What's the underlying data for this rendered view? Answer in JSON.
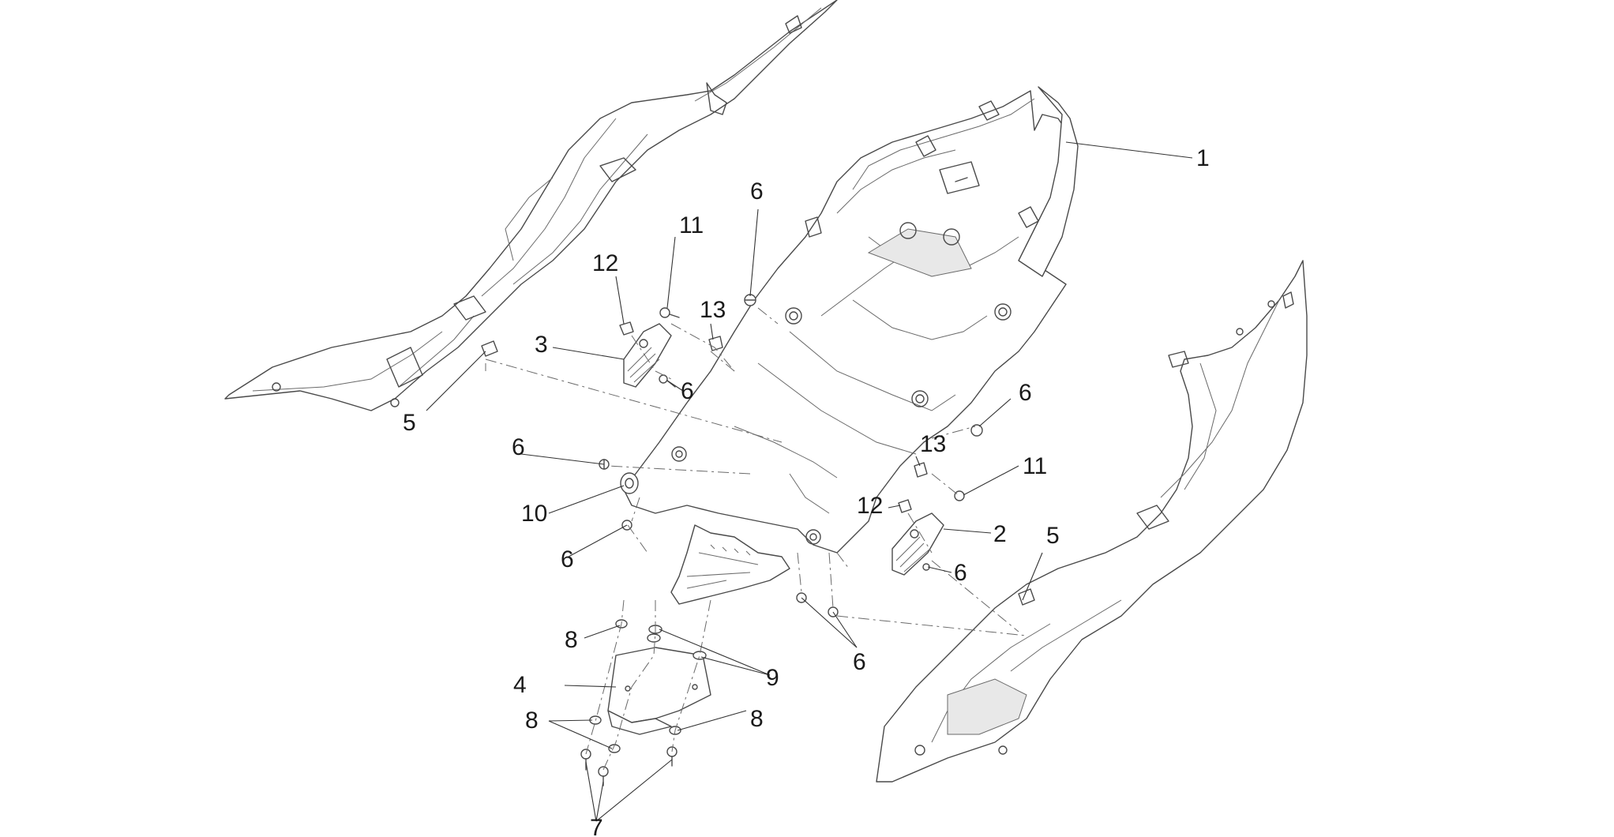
{
  "callouts": [
    {
      "id": "c1",
      "text": "1"
    },
    {
      "id": "c2",
      "text": "2"
    },
    {
      "id": "c3",
      "text": "3"
    },
    {
      "id": "c4",
      "text": "4"
    },
    {
      "id": "c5a",
      "text": "5"
    },
    {
      "id": "c5b",
      "text": "5"
    },
    {
      "id": "c6a",
      "text": "6"
    },
    {
      "id": "c6b",
      "text": "6"
    },
    {
      "id": "c6c",
      "text": "6"
    },
    {
      "id": "c6d",
      "text": "6"
    },
    {
      "id": "c6e",
      "text": "6"
    },
    {
      "id": "c6f",
      "text": "6"
    },
    {
      "id": "c6g",
      "text": "6"
    },
    {
      "id": "c7",
      "text": "7"
    },
    {
      "id": "c8a",
      "text": "8"
    },
    {
      "id": "c8b",
      "text": "8"
    },
    {
      "id": "c8c",
      "text": "8"
    },
    {
      "id": "c9",
      "text": "9"
    },
    {
      "id": "c10",
      "text": "10"
    },
    {
      "id": "c11a",
      "text": "11"
    },
    {
      "id": "c11b",
      "text": "11"
    },
    {
      "id": "c12a",
      "text": "12"
    },
    {
      "id": "c12b",
      "text": "12"
    },
    {
      "id": "c13a",
      "text": "13"
    },
    {
      "id": "c13b",
      "text": "13"
    }
  ]
}
